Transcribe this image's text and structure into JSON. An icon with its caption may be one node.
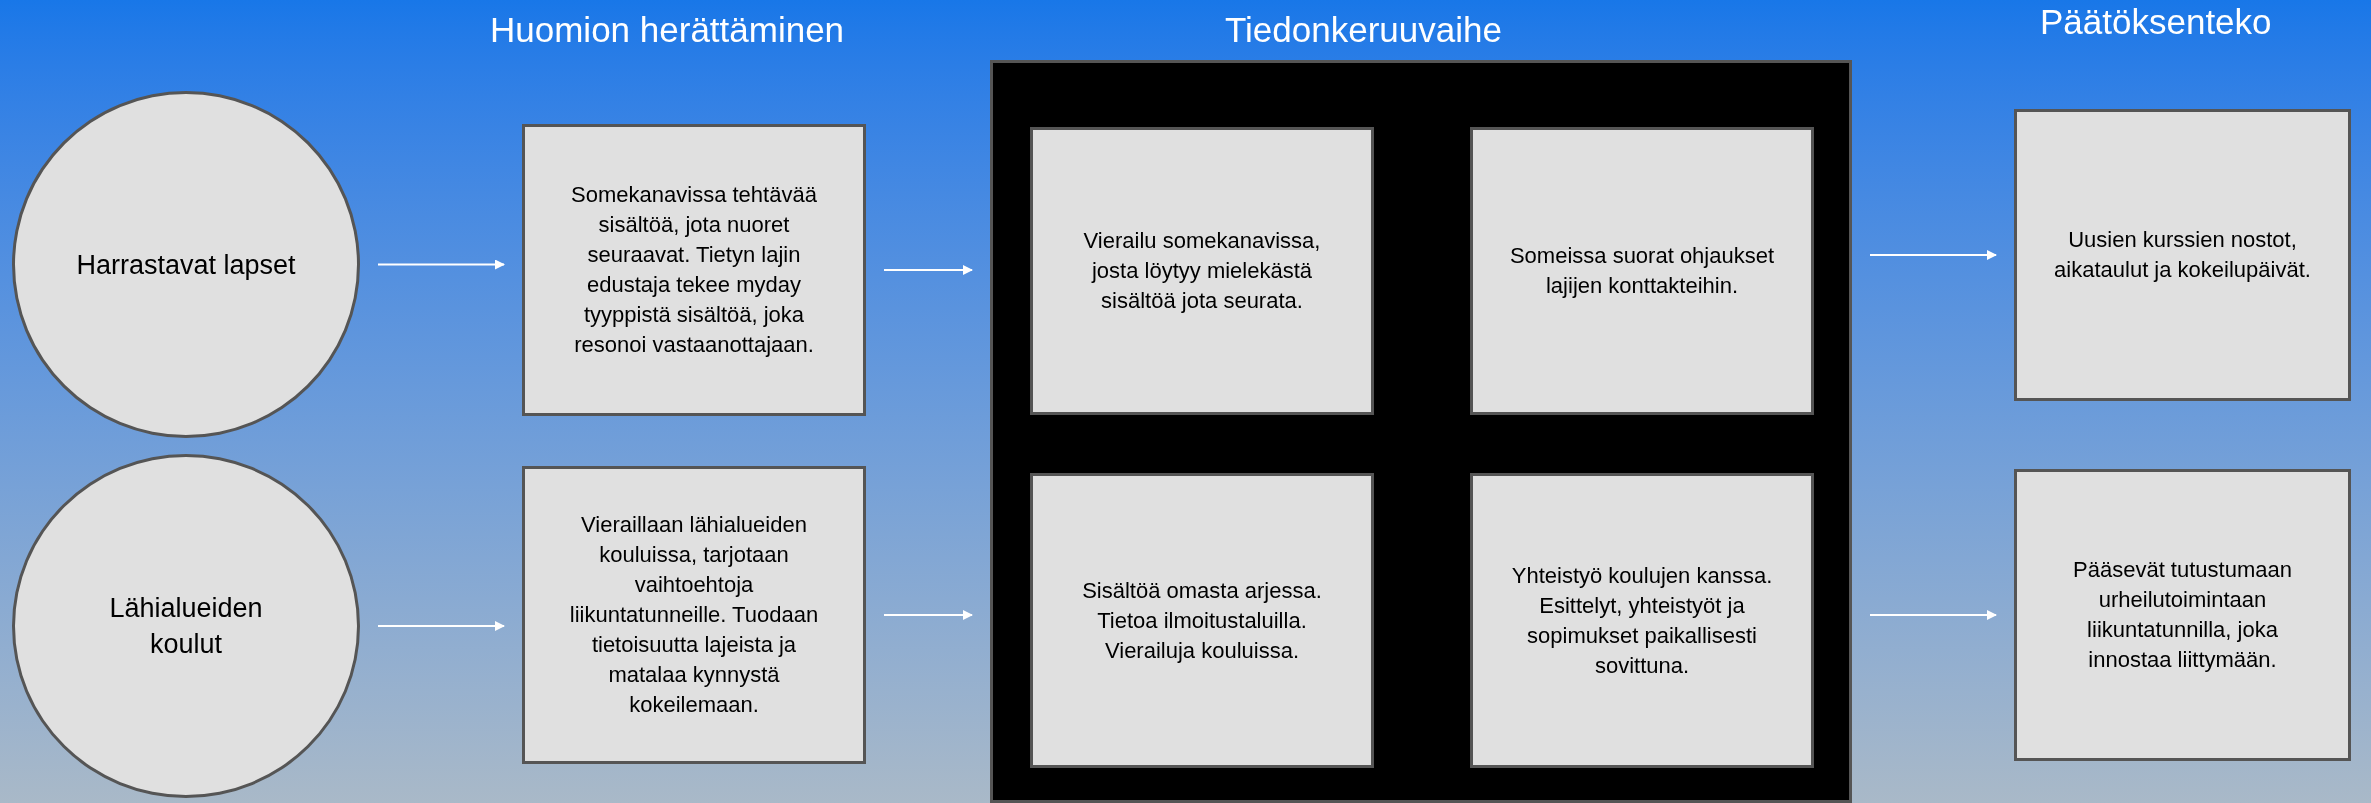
{
  "diagram": {
    "nodes": [
      {
        "text": [
          "Harrastavat lapset"
        ]
      },
      {
        "text": [
          "Lähialueiden koulut"
        ]
      },
      {
        "text": [
          "Somekanavissa tehtävää sisältöä, jota nuoret seuraavat. Tietyn lajin edustaja tekee myday tyyppistä sisältöä, joka resonoi vastaanottajaan."
        ]
      },
      {
        "text": [
          "Vieraillaan lähialueiden kouluissa, tarjotaan vaihtoehtoja liikuntatunneille. Tuodaan tietoisuutta lajeista ja matalaa kynnystä kokeilemaan."
        ]
      },
      {
        "text": [],
        "shape": "box"
      },
      {
        "text": [
          "Vierailu somekanavissa, josta löytyy mielekästä sisältöä jota seurata."
        ],
        "in": 4
      },
      {
        "text": [
          "Someissa suorat ohjaukset lajijen konttakteihin."
        ],
        "in": 4
      },
      {
        "text": [
          "Sisältöä omasta arjessa. Tietoa ilmoitustaluilla. Vierailuja kouluissa."
        ],
        "in": 4
      },
      {
        "text": [
          "Yhteistyö koulujen kanssa. Esittelyt, yhteistyöt ja sopimukset paikallisesti sovittuna."
        ],
        "in": 4
      },
      {
        "text": [
          "Uusien kurssien nostot, aikataulut ja kokeilupäivät."
        ]
      },
      {
        "text": [
          "Pääsevät tutustumaan urheilutoimintaan liikuntatunnilla, joka innostaa liittymään."
        ]
      }
    ],
    "edges": [
      {
        "from": 0,
        "to": 2,
        "arrow": "to"
      },
      {
        "from": 1,
        "to": 3,
        "arrow": "to"
      },
      {
        "from": 2,
        "to": 4,
        "arrow": "to"
      },
      {
        "from": 3,
        "to": 4,
        "arrow": "to"
      },
      {
        "from": 4,
        "to": 9,
        "arrow": "to"
      },
      {
        "from": 4,
        "to": 10,
        "arrow": "to"
      }
    ],
    "labels": [
      "Huomion herättäminen",
      "Tiedonkeruuvaihe",
      "Päätöksenteko"
    ]
  }
}
